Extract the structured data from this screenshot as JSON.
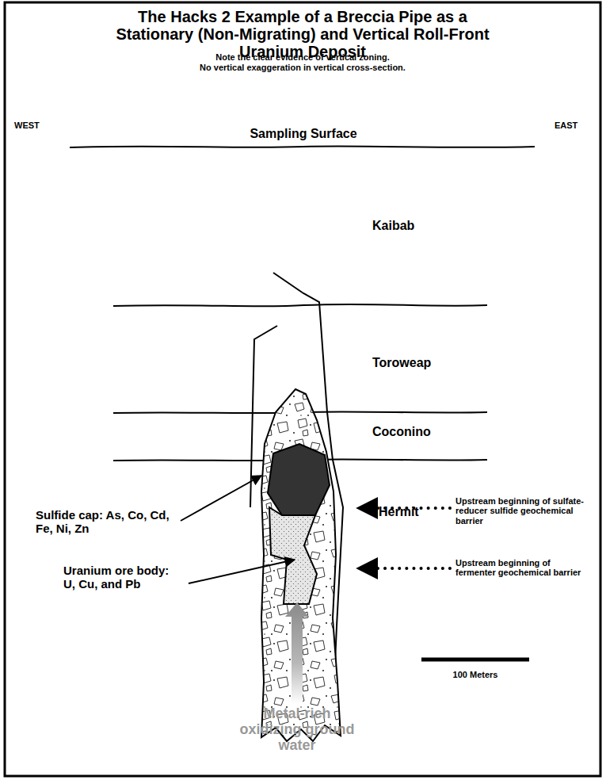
{
  "diagram": {
    "title": "The Hacks 2 Example of a Breccia Pipe as a Stationary (Non-Migrating) and Vertical Roll-Front Uranium Deposit",
    "labels": [
      "Note the clear evidence of vertical zoning.",
      "No vertical exaggeration in vertical cross-section.",
      "WEST",
      "EAST",
      "Sampling Surface",
      "Kaibab",
      "Toroweap",
      "Coconino",
      "Sulfide cap: As, Co, Cd, Fe, Ni, Zn",
      "Upstream beginning of sulfate-reducer sulfide geochemical barrier",
      "Hermit",
      "Uranium ore body: U, Cu, and Pb",
      "Upstream beginning of fermenter geochemical barrier",
      "100 Meters",
      "Metal-rich oxidizing ground water"
    ]
  }
}
